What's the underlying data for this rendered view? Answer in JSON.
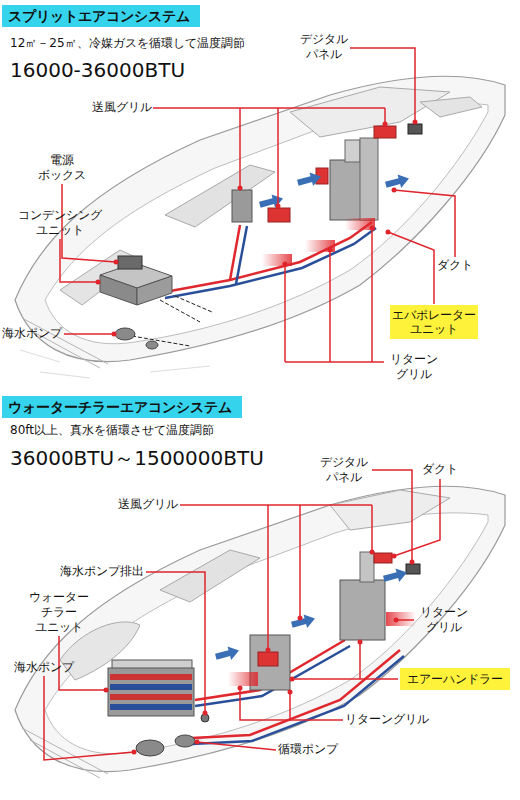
{
  "diagram": {
    "nodes": [
      {
        "text": [
          "スプリットエアコンシステム"
        ]
      },
      {
        "text": [
          "エバポレーター ユニット"
        ]
      },
      {
        "text": [
          "ウォーターチラーエアコンシステム"
        ]
      },
      {
        "text": [
          "エアーハンドラー"
        ]
      }
    ],
    "labels": [
      "12㎡－25㎡、冷媒ガスを循環して温度調節",
      "16000-36000BTU",
      "デジタル パネル",
      "送風グリル",
      "電源 ボックス",
      "コンデンシング ユニット",
      "ダクト",
      "海水ポンプ",
      "リターン グリル",
      "80ft以上、真水を循環させて温度調節",
      "36000BTU～1500000BTU",
      "デジタル パネル",
      "ダクト",
      "送風グリル",
      "海水ポンプ排出",
      "ウォーター チラー ユニット",
      "リターン グリル",
      "海水ポンプ",
      "リターングリル",
      "循環ポンプ"
    ]
  }
}
